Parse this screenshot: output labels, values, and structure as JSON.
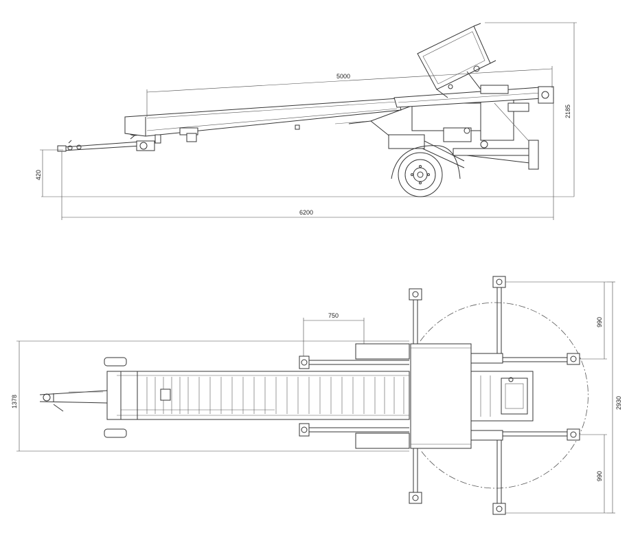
{
  "drawing": {
    "side_view": {
      "dimensions": {
        "belt_length": "5000",
        "total_height": "2185",
        "hitch_height": "420",
        "total_length": "6200"
      }
    },
    "top_view": {
      "dimensions": {
        "outrigger_spacing": "750",
        "total_width": "1378",
        "upper_reach": "990",
        "overall_span": "2930",
        "lower_reach": "990"
      }
    }
  }
}
